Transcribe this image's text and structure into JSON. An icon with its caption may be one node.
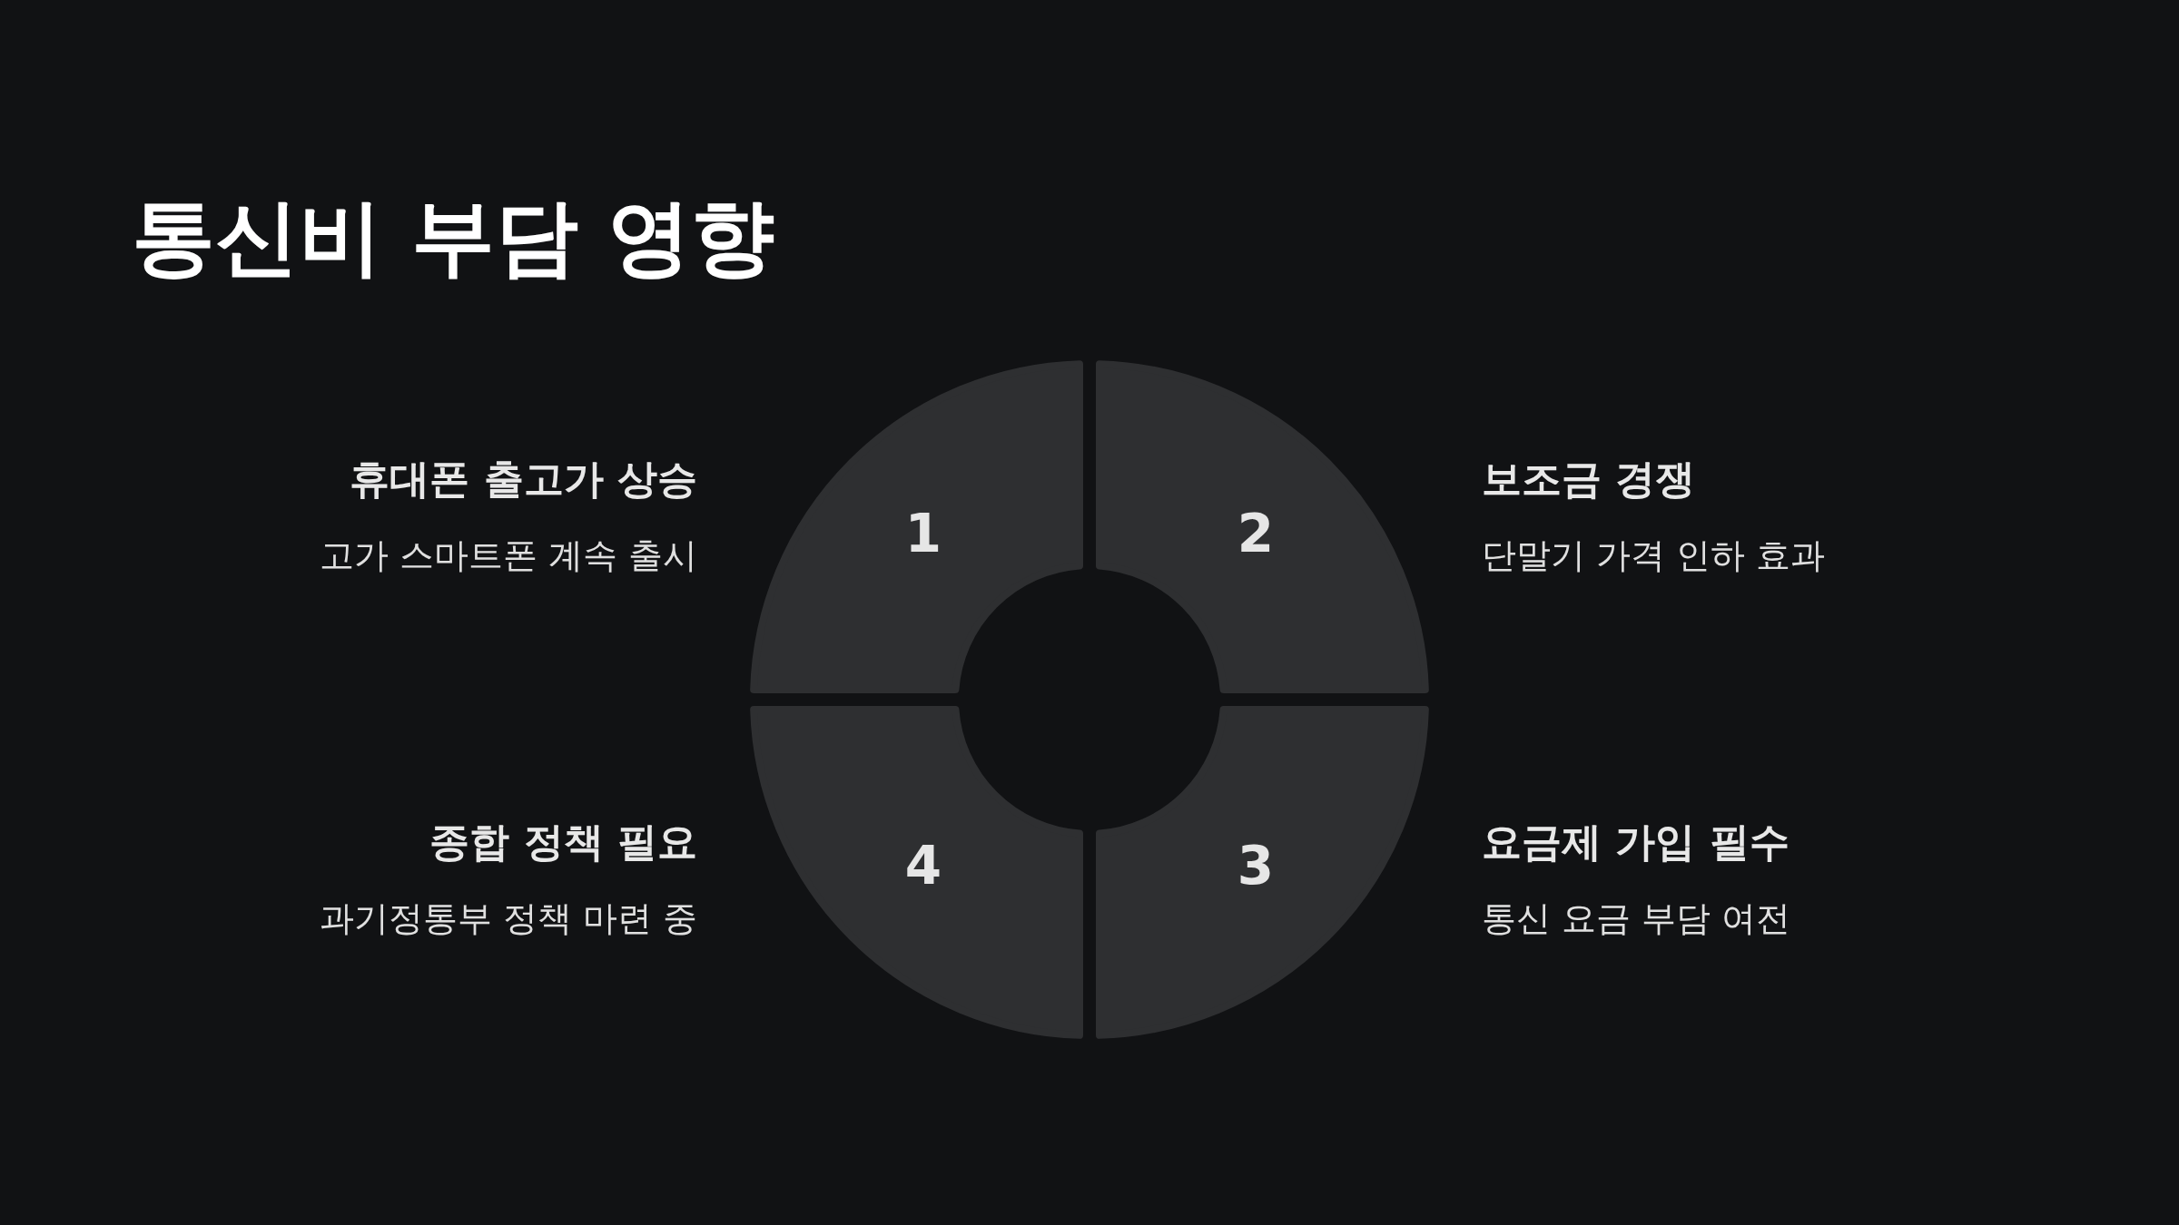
{
  "diagram": {
    "title": "통신비 부담 영향",
    "nodes": [
      {
        "text": [
          "1"
        ],
        "beside": [
          "휴대폰 출고가 상승",
          "고가 스마트폰 계속 출시"
        ]
      },
      {
        "text": [
          "2"
        ],
        "beside": [
          "보조금 경쟁",
          "단말기 가격 인하 효과"
        ]
      },
      {
        "text": [
          "3"
        ],
        "beside": [
          "요금제 가입 필수",
          "통신 요금 부담 여전"
        ]
      },
      {
        "text": [
          "4"
        ],
        "beside": [
          "종합 정책 필요",
          "과기정통부 정책 마련 중"
        ]
      }
    ]
  }
}
